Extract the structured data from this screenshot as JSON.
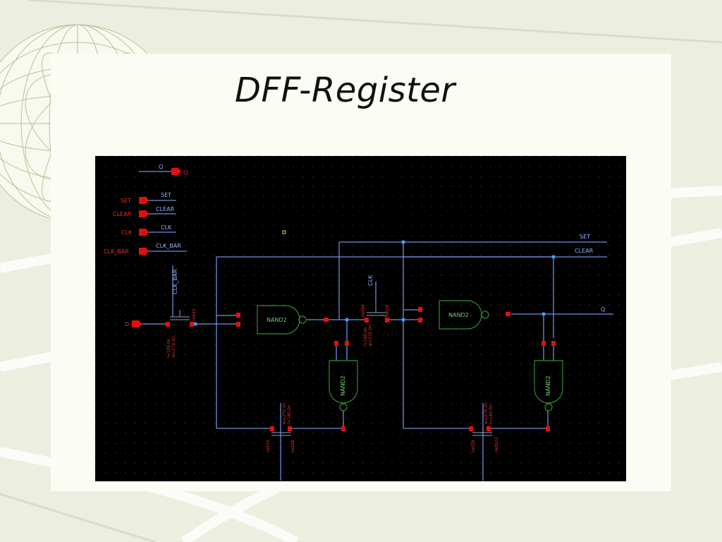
{
  "slide": {
    "title": "DFF-Register"
  },
  "schematic": {
    "colors": {
      "background": "#000000",
      "wire": "#6f8fdc",
      "pin": "#e01010",
      "gate": "#2f8f2f",
      "pin_label": "#e03030",
      "wire_label": "#8fb0ff"
    },
    "ports": {
      "q_out": "Q",
      "set": "SET",
      "clear": "CLEAR",
      "clk": "CLK",
      "clk_bar": "CLK_BAR",
      "d_in": "D"
    },
    "wire_labels": {
      "q_top": "Q",
      "set": "SET",
      "clear": "CLEAR",
      "clk": "CLK",
      "clk_bar": "CLK_BAR",
      "set_right": "SET",
      "clear_right": "CLEAR",
      "q_right": "Q",
      "clk_mid": "CLK",
      "clk_bar_left": "CLK_BAR"
    },
    "gates": {
      "nand_1": "NAND2",
      "nand_2": "NAND2",
      "nand_3": "NAND2",
      "nand_4": "NAND2"
    },
    "transistors": {
      "t1_w": "w=270.0n",
      "t1_l": "l=180.0n",
      "t1_net": "net33",
      "t2_w": "w=270.0n",
      "t2_l": "l=180.0n",
      "t2_net": "net48",
      "t2_net2": "net29",
      "t3_w": "w=270.0n",
      "t3_l": "l=180.0n",
      "t3_net": "net33",
      "t3_net2": "net28",
      "t4_w": "w=270.0n",
      "t4_l": "l=180.0n",
      "t4_net": "net29",
      "t4_net2": "net023"
    }
  }
}
